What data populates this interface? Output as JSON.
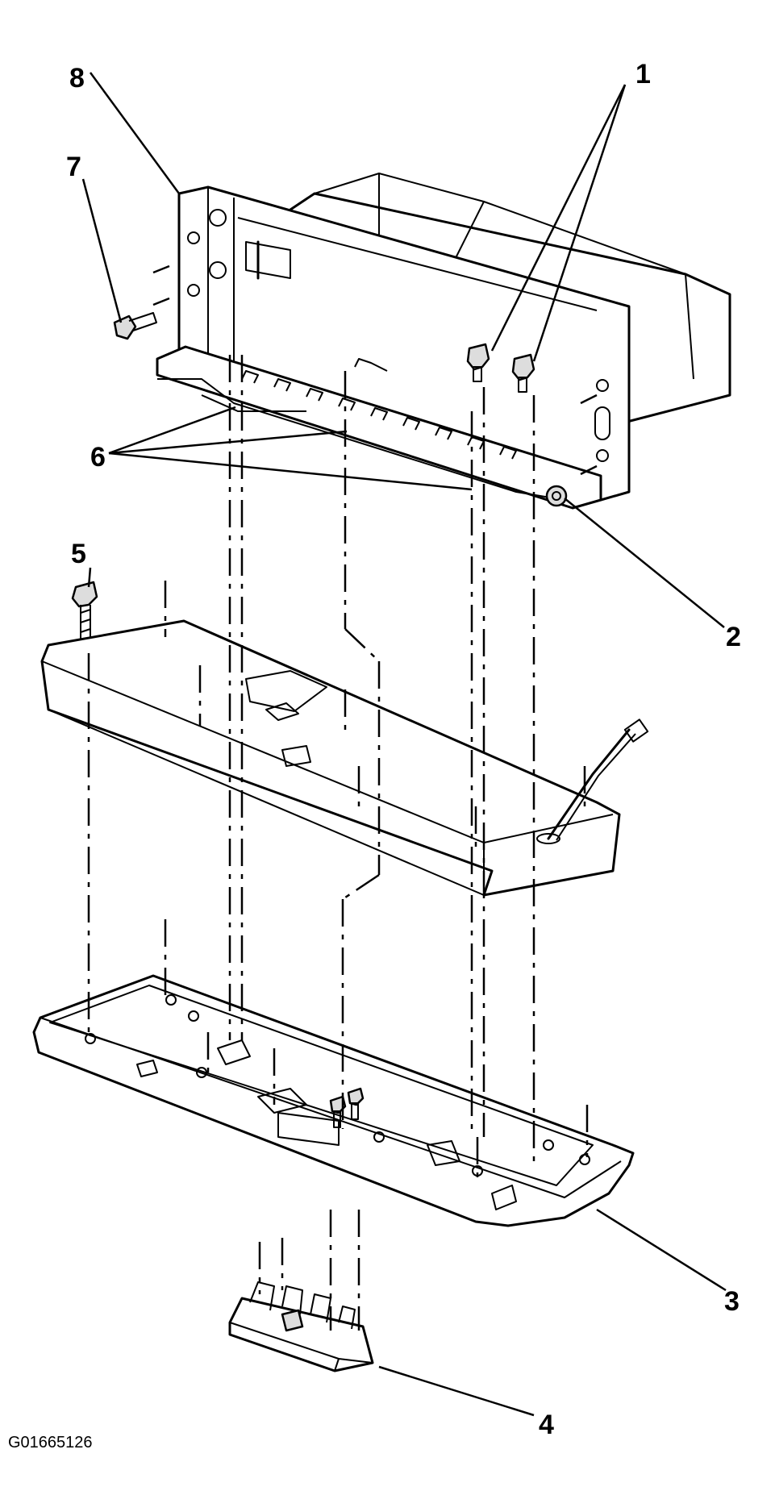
{
  "diagram": {
    "callouts": [
      "1",
      "2",
      "3",
      "4",
      "5",
      "6",
      "7",
      "8"
    ],
    "figure_id": "G01665126"
  }
}
